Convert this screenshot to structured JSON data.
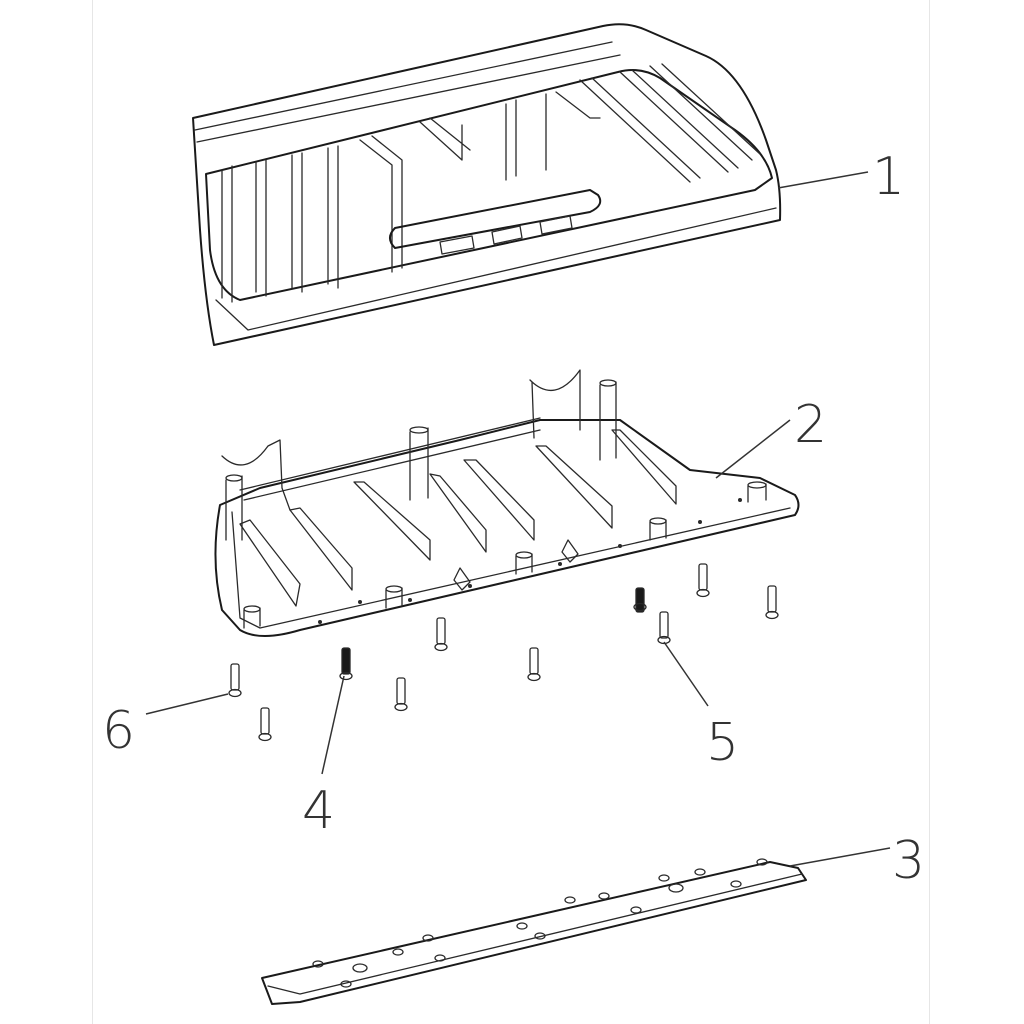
{
  "callouts": [
    {
      "id": "1",
      "label": "1"
    },
    {
      "id": "2",
      "label": "2"
    },
    {
      "id": "3",
      "label": "3"
    },
    {
      "id": "4",
      "label": "4"
    },
    {
      "id": "5",
      "label": "5"
    },
    {
      "id": "6",
      "label": "6"
    }
  ],
  "colors": {
    "line": "#1a1a1a",
    "background": "#ffffff",
    "callout": "#333333"
  }
}
